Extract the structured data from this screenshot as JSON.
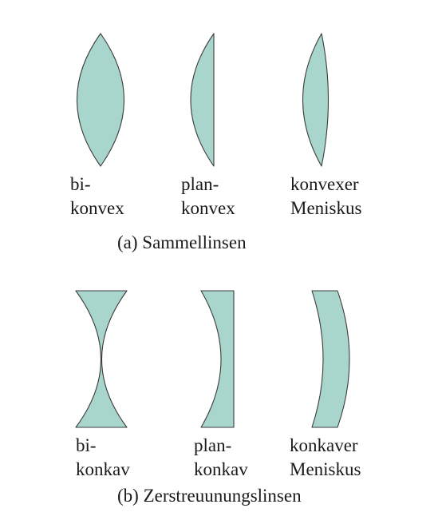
{
  "groups": {
    "converging": {
      "caption": "(a) Sammellinsen",
      "lenses": [
        {
          "line1": "bi-",
          "line2": "konvex"
        },
        {
          "line1": "plan-",
          "line2": "konvex"
        },
        {
          "line1": "konvexer",
          "line2": "Meniskus"
        }
      ]
    },
    "diverging": {
      "caption": "(b) Zerstreuunungslinsen",
      "lenses": [
        {
          "line1": "bi-",
          "line2": "konkav"
        },
        {
          "line1": "plan-",
          "line2": "konkav"
        },
        {
          "line1": "konkaver",
          "line2": "Meniskus"
        }
      ]
    }
  },
  "colors": {
    "lens_fill": "#a8d5cc",
    "lens_outline": "#3c3c3c",
    "text": "#1a1a1a"
  }
}
